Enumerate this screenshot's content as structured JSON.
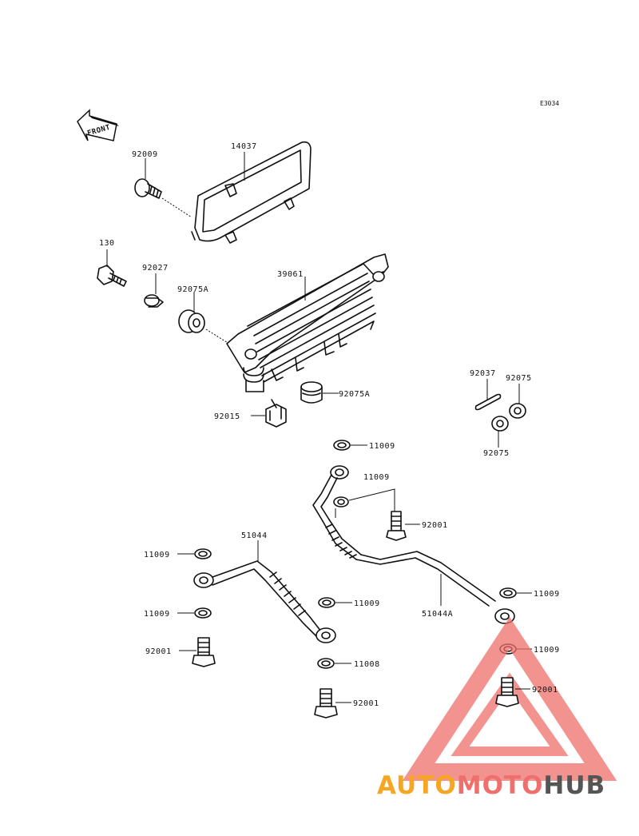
{
  "diagram": {
    "code": "E3034",
    "front_label": "FRONT",
    "labels": {
      "p92009": "92009",
      "p14037": "14037",
      "p130": "130",
      "p92027": "92027",
      "p39061": "39061",
      "p92075A_top": "92075A",
      "p92075A_bottom": "92075A",
      "p92015": "92015",
      "p92037": "92037",
      "p92075_right": "92075",
      "p92075_below": "92075",
      "p11009_a": "11009",
      "p11009_b": "11009",
      "p92001_a": "92001",
      "p51044": "51044",
      "p11009_c": "11009",
      "p11009_d": "11009",
      "p11009_e": "11009",
      "p92001_b": "92001",
      "p11008": "11008",
      "p92001_c": "92001",
      "p51044A": "51044A",
      "p11009_f": "11009",
      "p11009_g": "11009",
      "p92001_d": "92001"
    }
  },
  "watermark": {
    "part1": "AUTO",
    "part2": "MOTO",
    "part3": "HUB",
    "color1": "#f6a623",
    "color2": "#ef6f6c",
    "color3": "#555555"
  }
}
